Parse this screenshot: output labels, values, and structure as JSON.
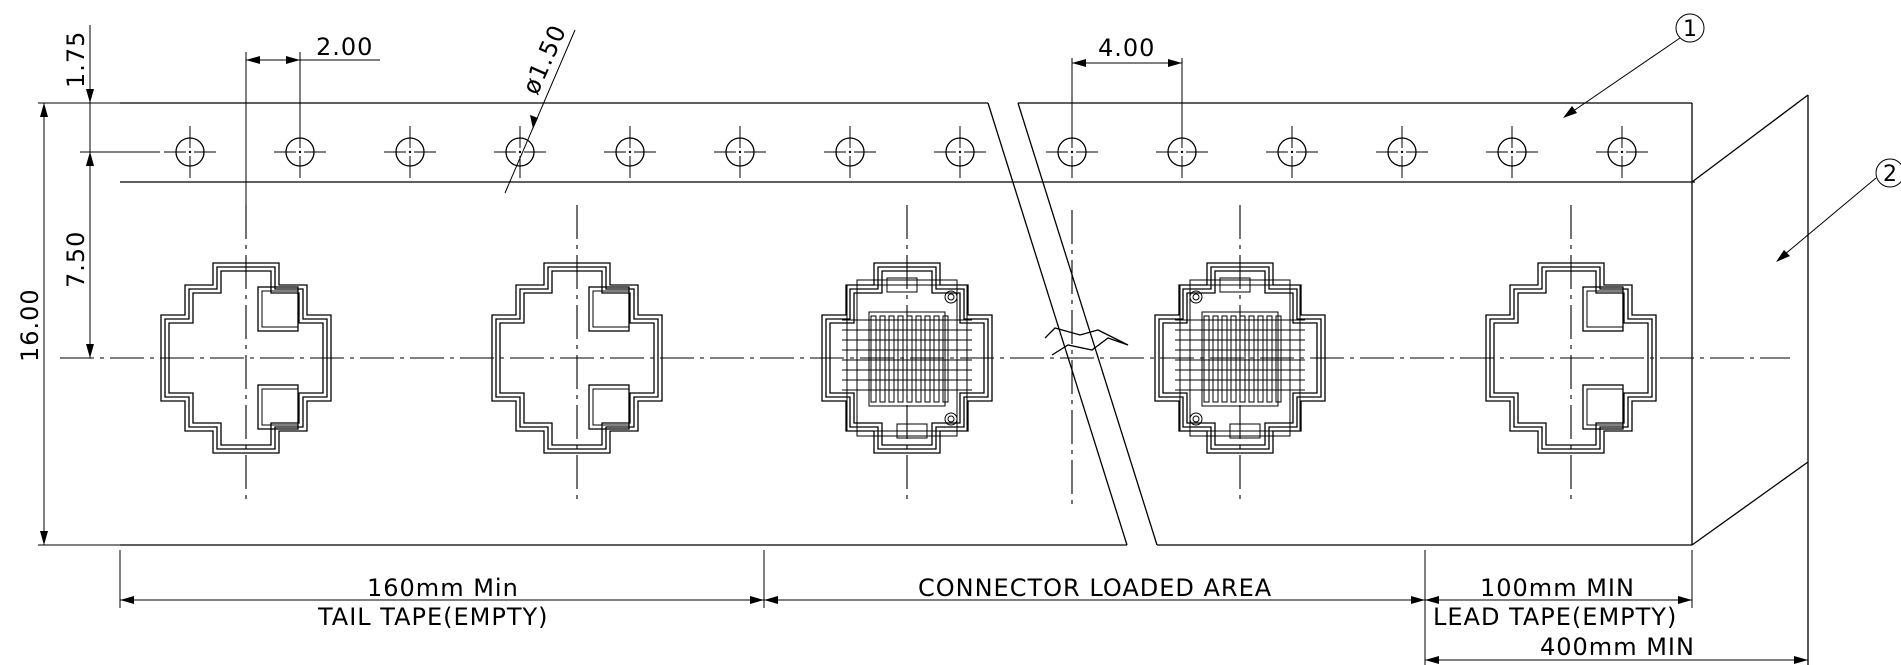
{
  "dimensions": {
    "pitch": "4.00",
    "hole_to_pocket": "2.00",
    "hole_diameter": "ø1.50",
    "edge_to_hole": "1.75",
    "hole_to_centerline": "7.50",
    "tape_width": "16.00"
  },
  "sections": {
    "tail_length": "160mm Min",
    "tail_name": "TAIL TAPE(EMPTY)",
    "loaded_area": "CONNECTOR LOADED AREA",
    "lead_length": "100mm MIN",
    "lead_name": "LEAD TAPE(EMPTY)",
    "total_lead": "400mm MIN"
  },
  "callouts": [
    "1",
    "2"
  ]
}
